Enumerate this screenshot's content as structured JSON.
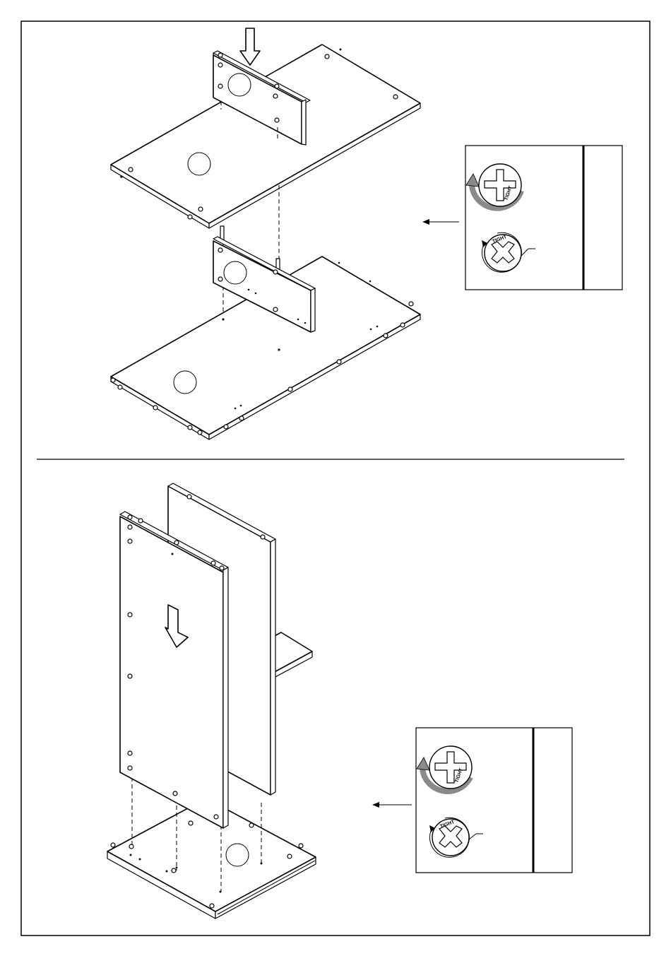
{
  "page": {
    "frame_color": "#000000",
    "background": "#ffffff"
  },
  "step_top": {
    "insert_arrow_icon": "arrow-down-icon",
    "callout": {
      "screw_label": "TIGHT",
      "cam_label": "TIGHT",
      "turn_arrow_color": "#8a8a8a",
      "pointer_icon": "arrow-left-icon"
    }
  },
  "step_bottom": {
    "insert_arrow_icon": "arrow-down-icon",
    "callout": {
      "screw_label": "TIGHT",
      "cam_label": "TIGHT",
      "turn_arrow_color": "#8a8a8a",
      "pointer_icon": "arrow-left-icon"
    }
  }
}
